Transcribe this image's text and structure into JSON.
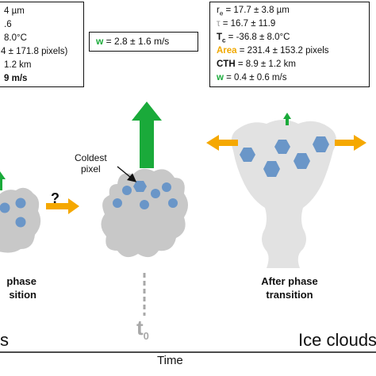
{
  "left_box": {
    "lines": [
      "4 µm",
      ".6",
      "8.0°C",
      "4 ± 171.8 pixels)",
      "1.2 km",
      "9 m/s"
    ]
  },
  "middle_box": {
    "w_label": "w",
    "w_value": " = 2.8 ± 1.6 m/s"
  },
  "right_box": {
    "re_sym": "r",
    "re_sub": "e",
    "re_value": " = 17.7 ± 3.8 µm",
    "tau_sym": "τ",
    "tau_value": " = 16.7 ± 11.9",
    "tc_sym": "T",
    "tc_sub": "c",
    "tc_value": " = -36.8 ± 8.0°C",
    "area_label": "Area",
    "area_value": " = 231.4 ± 153.2 pixels",
    "cth_label": "CTH",
    "cth_value": " = 8.9 ± 1.2 km",
    "w_label": "w",
    "w_value": " = 0.4 ± 0.6 m/s"
  },
  "labels": {
    "question": "?",
    "coldest_line1": "Coldest",
    "coldest_line2": "pixel",
    "left_phase_line1": "phase",
    "left_phase_line2": "sition",
    "after_line1": "After phase",
    "after_line2": "transition",
    "t0_main": "t",
    "t0_sub": "0",
    "left_bottom": "s",
    "ice_clouds": "Ice clouds",
    "time": "Time"
  },
  "colors": {
    "green": "#1aaa3a",
    "yellow_arrow": "#f5a800",
    "area_label": "#f0a800",
    "cloud_gray": "#c8c8c8",
    "ice_cloud_gray": "#e2e2e2",
    "particle_blue": "#6a96c8",
    "t0_gray": "#a8a8a8",
    "text_gray_tau": "#999999"
  }
}
